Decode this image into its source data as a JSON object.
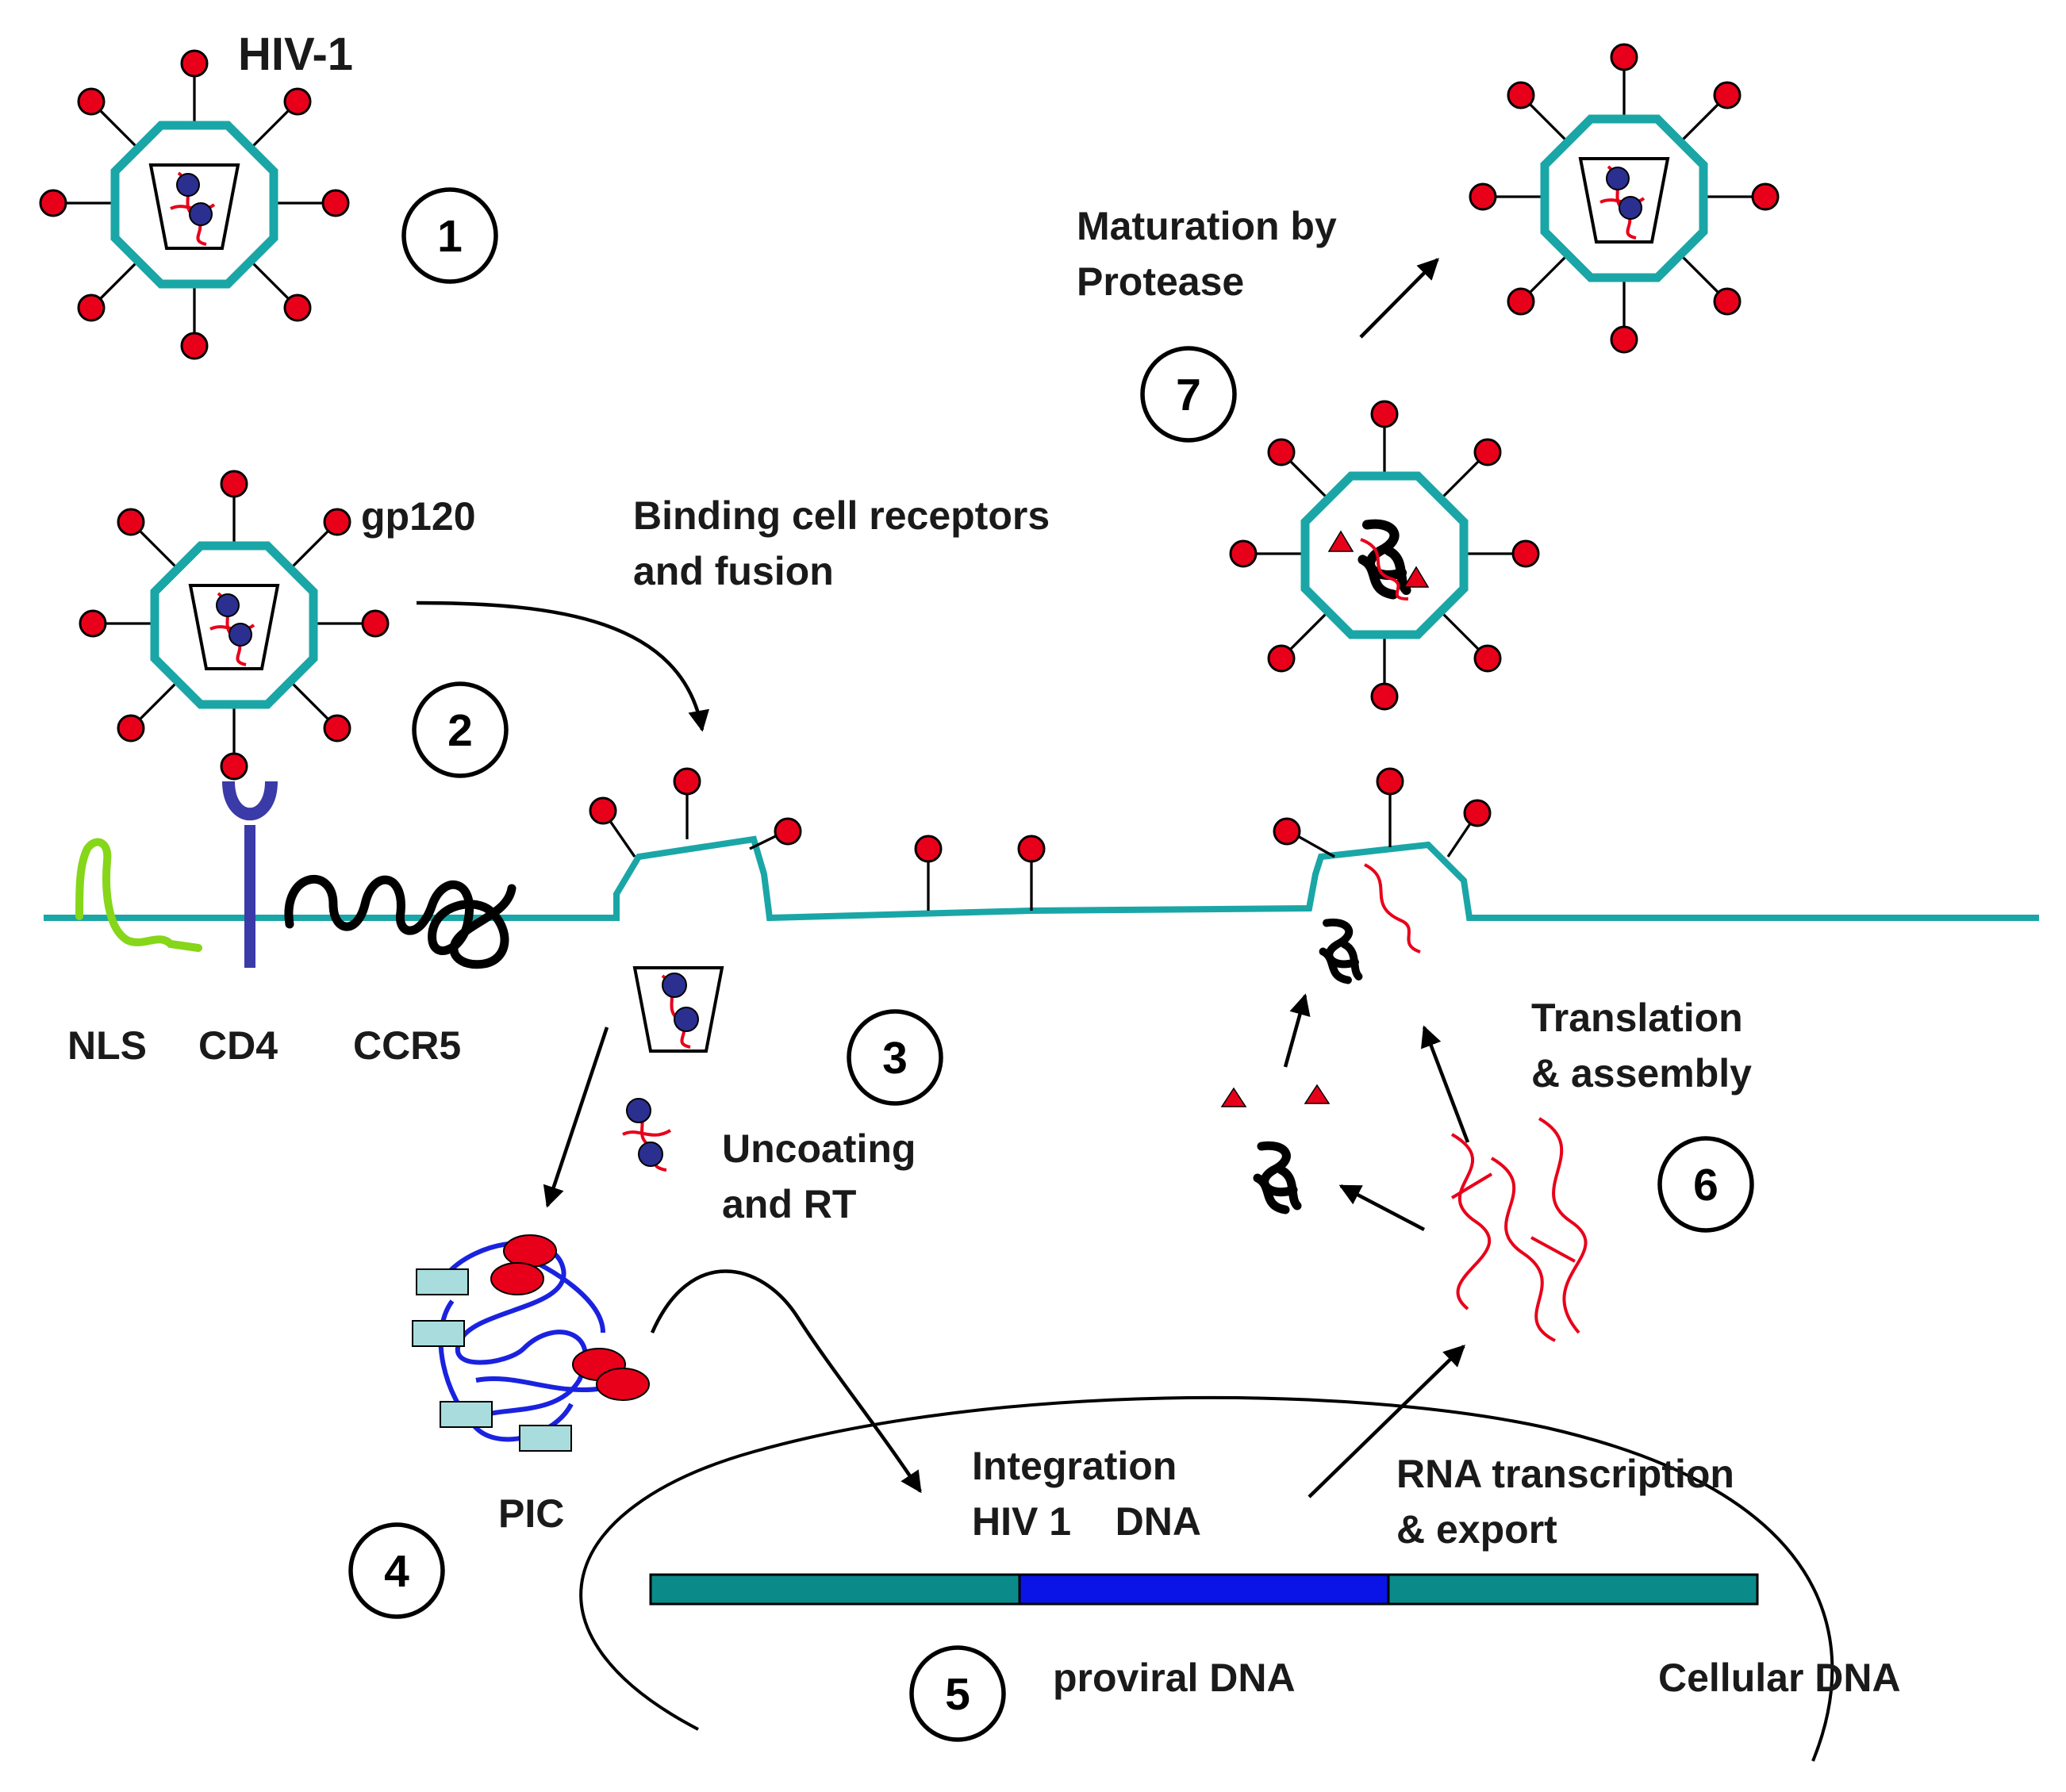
{
  "labels": {
    "hiv1": "HIV-1",
    "gp120": "gp120",
    "binding_line1": "Binding cell receptors",
    "binding_line2": "and fusion",
    "maturation_line1": "Maturation by",
    "maturation_line2": "Protease",
    "nls": "NLS",
    "cd4": "CD4",
    "ccr5": "CCR5",
    "uncoating_line1": "Uncoating",
    "uncoating_line2": "and RT",
    "translation_line1": "Translation",
    "translation_line2": "& assembly",
    "pic": "PIC",
    "integration_line1": "Integration",
    "integration_line2": "HIV 1    DNA",
    "rna_line1": "RNA transcription",
    "rna_line2": "& export",
    "proviral": "proviral DNA",
    "cellular": "Cellular DNA"
  },
  "steps": [
    "1",
    "2",
    "3",
    "4",
    "5",
    "6",
    "7"
  ],
  "colors": {
    "envelope": "#1aa6a6",
    "knob": "#e8001a",
    "membrane": "#1aa6a6",
    "cd4_receptor": "#3a3aa8",
    "nls_signal": "#86d61a",
    "pic_strand": "#1a22e0",
    "pic_box": "#a9dcdc",
    "nucleotide": "#2b2f8f",
    "rna": "#e8001a",
    "host_dna": "#0b8a8a",
    "proviral_dna": "#0a14e6"
  },
  "icons": [
    "hiv-virion-icon",
    "gag-protein-icon",
    "viral-rna-icon",
    "protease-triangle-icon",
    "pic-complex-icon"
  ]
}
